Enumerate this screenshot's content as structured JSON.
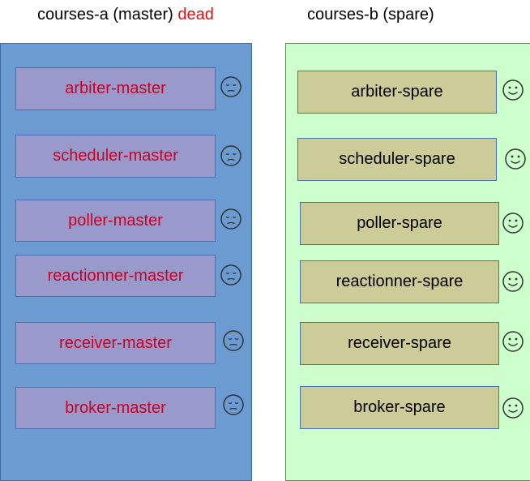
{
  "columns": [
    {
      "title": "courses-a (master)",
      "status": "dead",
      "state": "sad",
      "status_color": "#e01010",
      "daemons": [
        "arbiter-master",
        "scheduler-master",
        "poller-master",
        "reactionner-master",
        "receiver-master",
        "broker-master"
      ]
    },
    {
      "title": "courses-b (spare)",
      "state": "happy",
      "daemons": [
        "arbiter-spare",
        "scheduler-spare",
        "poller-spare",
        "reactionner-spare",
        "receiver-spare",
        "broker-spare"
      ]
    }
  ],
  "colors": {
    "panel_a": "#6b9bd1",
    "panel_b": "#ccffcc",
    "box_a": "#9999cc",
    "box_b": "#cccc99",
    "text_a": "#cc0022"
  },
  "icons": {
    "sad": "sad-face-icon",
    "happy": "smiley-face-icon"
  }
}
